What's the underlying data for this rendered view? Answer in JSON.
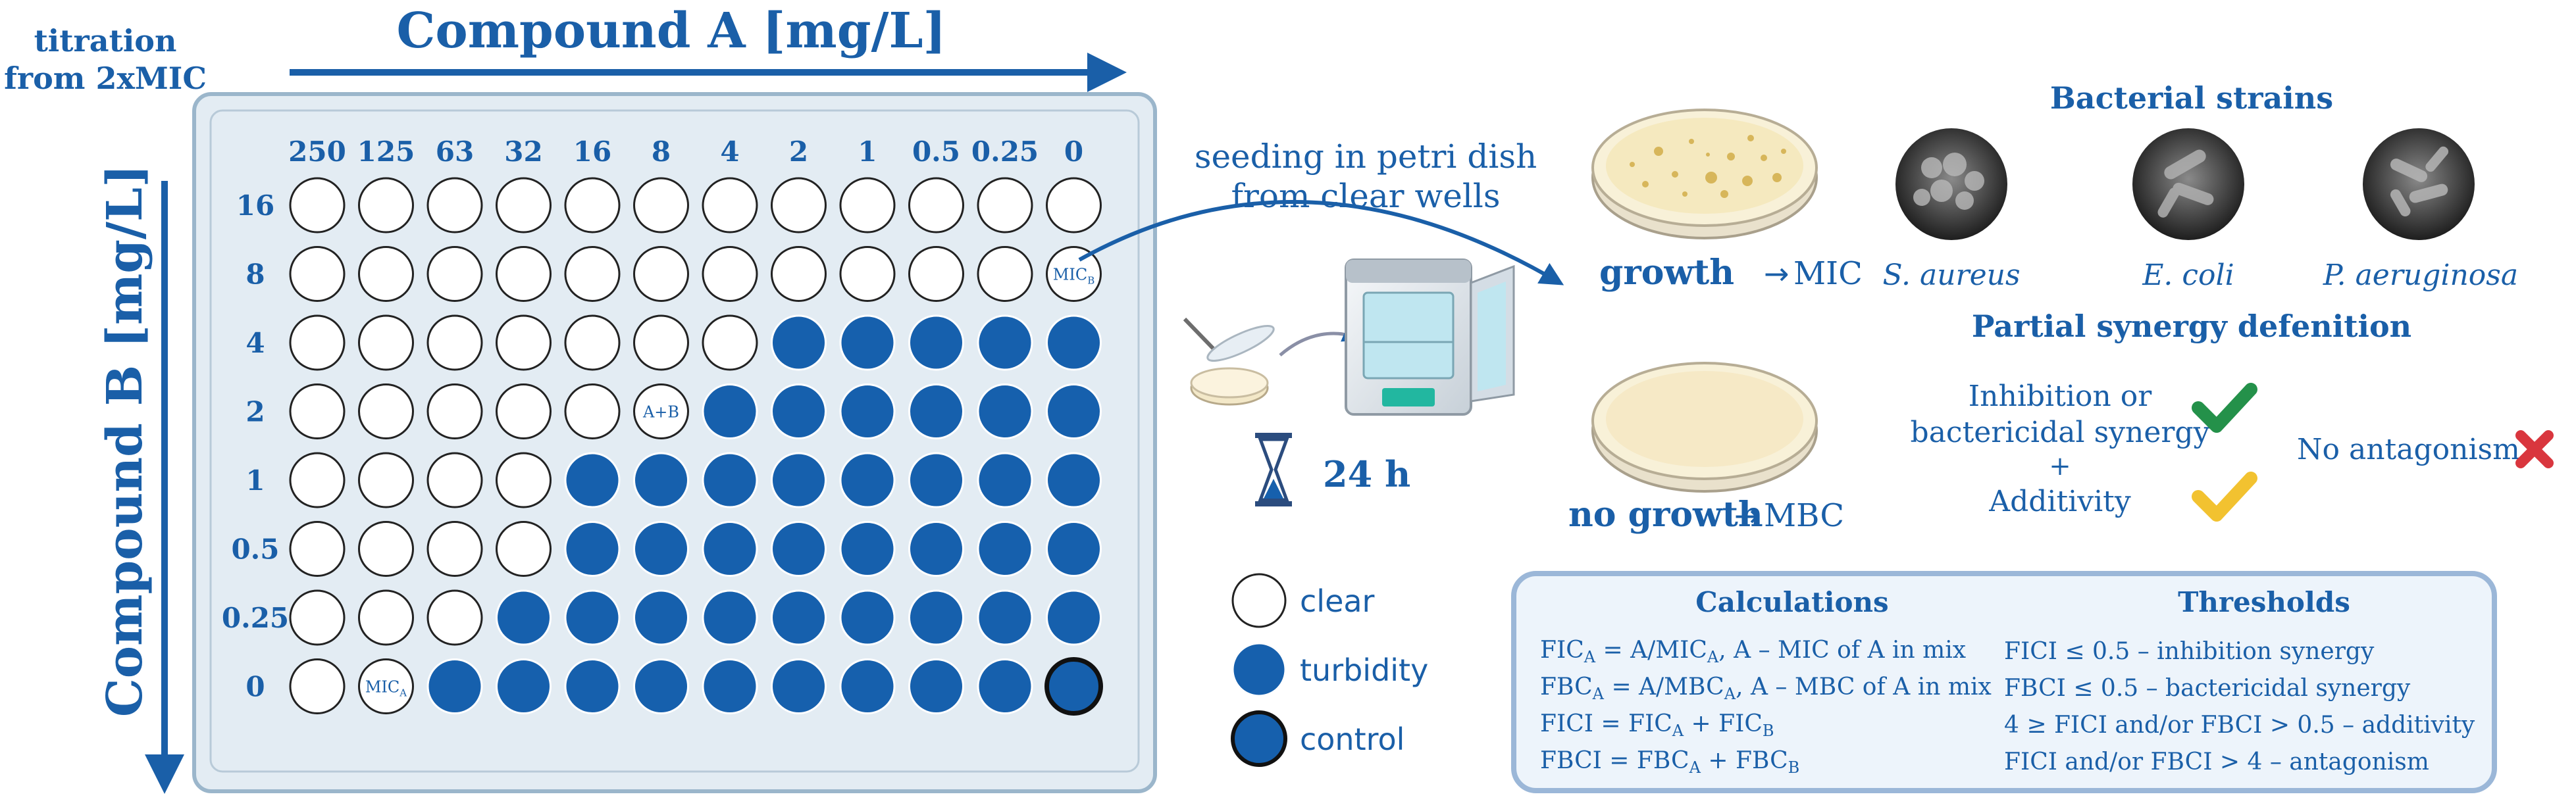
{
  "colors": {
    "blue": "#1a5fa8",
    "well_fill": "#1660ad",
    "plate_bg": "#e3ecf3",
    "plate_border": "#9bb6cb",
    "check_green": "#24914a",
    "check_yellow": "#f2c230",
    "cross_red": "#d9363e",
    "calc_bg": "#edf4fb",
    "calc_border": "#9bb7d8"
  },
  "titration_label": [
    "titration",
    "from 2xMIC"
  ],
  "compound_a_label": "Compound A [mg/L]",
  "compound_b_label": "Compound B [mg/L]",
  "col_labels": [
    "250",
    "125",
    "63",
    "32",
    "16",
    "8",
    "4",
    "2",
    "1",
    "0.5",
    "0.25",
    "0"
  ],
  "row_labels": [
    "16",
    "8",
    "4",
    "2",
    "1",
    "0.5",
    "0.25",
    "0"
  ],
  "grid": [
    "CCCCCCCCCCCC",
    "CCCCCCCCCCCC",
    "CCCCCCCTTTTT",
    "CCCCCCTTTTTT",
    "CCCCTTTTTTTT",
    "CCCCTTTTTTTT",
    "CCCTTTTTTTTT",
    "CCTTTTTTTTTK"
  ],
  "well_labels": {
    "mic_b": {
      "row": 1,
      "col": 11,
      "text": "MIC",
      "sub": "B"
    },
    "mic_a": {
      "row": 7,
      "col": 1,
      "text": "MIC",
      "sub": "A"
    },
    "a_plus_b": {
      "row": 3,
      "col": 5,
      "text": "A+B"
    }
  },
  "legend": {
    "clear": "clear",
    "turbidity": "turbidity",
    "control": "control"
  },
  "seeding_text": [
    "seeding in petri dish",
    "from clear wells"
  ],
  "incubation_time": "24 h",
  "growth": {
    "label": "growth",
    "arrow": "→",
    "result": "MIC"
  },
  "no_growth": {
    "label": "no growth",
    "arrow": "→",
    "result": "MBC"
  },
  "strains": {
    "title": "Bacterial strains",
    "items": [
      "S. aureus",
      "E. coli",
      "P. aeruginosa"
    ]
  },
  "partial_synergy": {
    "title": "Partial synergy defenition",
    "line1": "Inhibition or",
    "line2": "bactericidal synergy",
    "plus": "+",
    "line3": "Additivity",
    "no_antagonism": "No antagonism"
  },
  "calculations": {
    "title": "Calculations",
    "lines": [
      [
        "FIC",
        "A",
        " = A/MIC",
        "A",
        ", A – MIC of A in mix"
      ],
      [
        "FBC",
        "A",
        " = A/MBC",
        "A",
        ", A – MBC of A in mix"
      ],
      [
        "FICI = FIC",
        "A",
        " + FIC",
        "B",
        ""
      ],
      [
        "FBCI = FBC",
        "A",
        " + FBC",
        "B",
        ""
      ]
    ]
  },
  "thresholds": {
    "title": "Thresholds",
    "lines": [
      "FICI ≤ 0.5 – inhibition synergy",
      "FBCI ≤ 0.5 – bactericidal synergy",
      "4 ≥ FICI and/or FBCI > 0.5 – additivity",
      "FICI and/or FBCI  > 4 – antagonism"
    ]
  }
}
